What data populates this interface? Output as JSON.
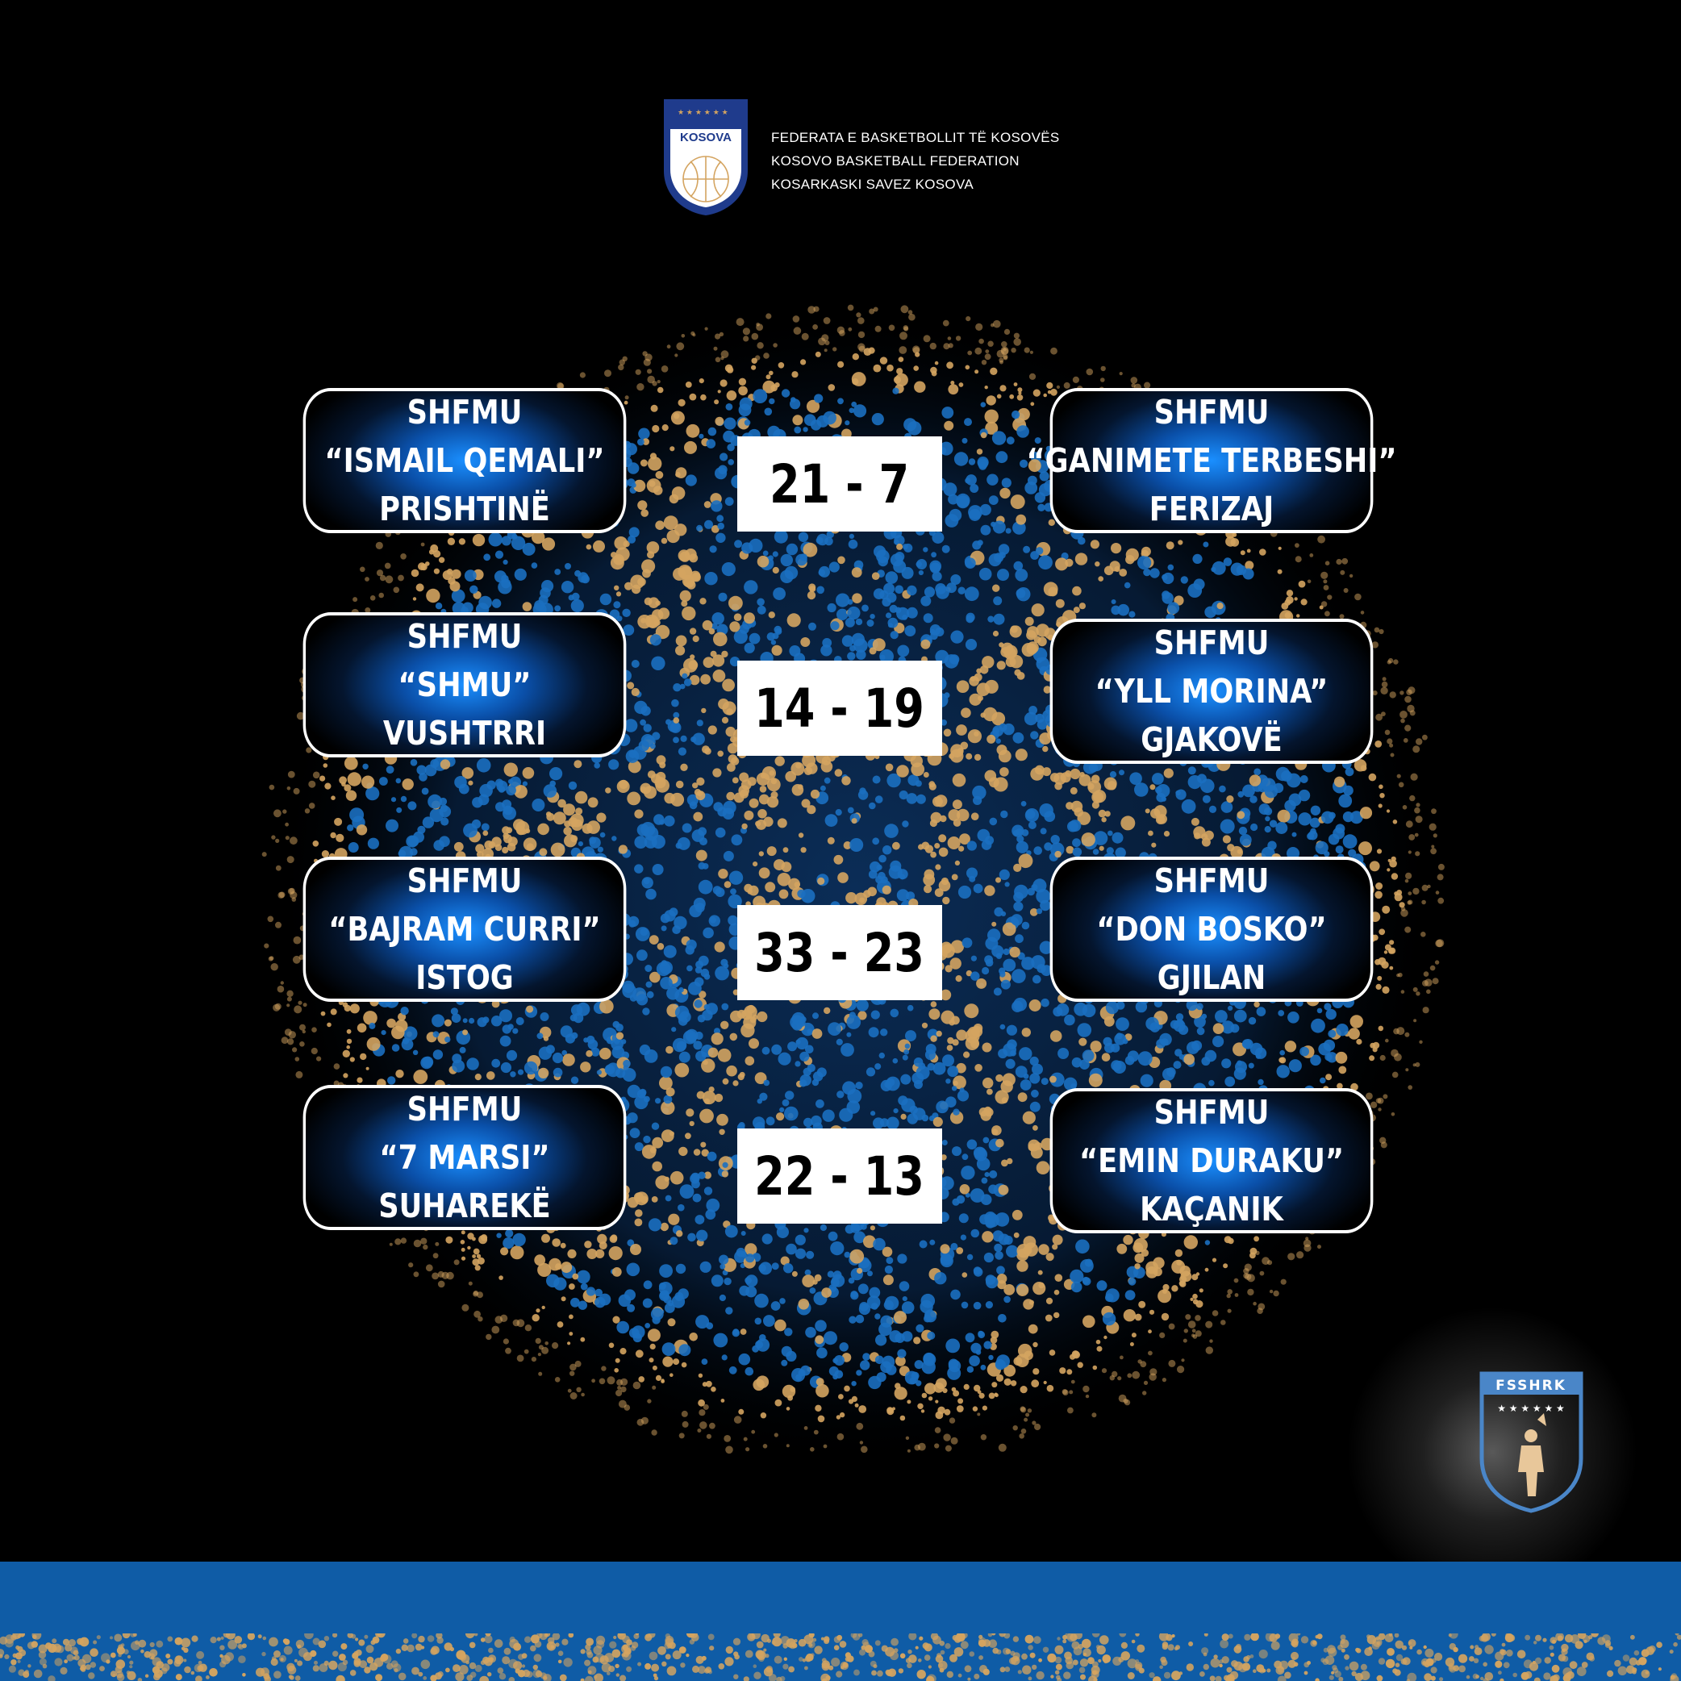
{
  "federation": {
    "shield_text": "KOSOVA",
    "lines": [
      "FEDERATA E BASKETBOLLIT TË KOSOVËS",
      "KOSOVO BASKETBALL FEDERATION",
      "KOSARKASKI SAVEZ KOSOVA"
    ]
  },
  "matches": [
    {
      "home": {
        "line1": "SHFMU",
        "line2": "“ISMAIL QEMALI”",
        "line3": "PRISHTINË"
      },
      "score": "21 - 7",
      "away": {
        "line1": "SHFMU",
        "line2": "“GANIMETE TERBESHI”",
        "line3": "FERIZAJ"
      }
    },
    {
      "home": {
        "line1": "SHFMU",
        "line2": "“SHMU”",
        "line3": "VUSHTRRI"
      },
      "score": "14 - 19",
      "away": {
        "line1": "SHFMU",
        "line2": "“YLL MORINA”",
        "line3": "GJAKOVË"
      }
    },
    {
      "home": {
        "line1": "SHFMU",
        "line2": "“BAJRAM CURRI”",
        "line3": "ISTOG"
      },
      "score": "33 - 23",
      "away": {
        "line1": "SHFMU",
        "line2": "“DON BOSKO”",
        "line3": "GJILAN"
      }
    },
    {
      "home": {
        "line1": "SHFMU",
        "line2": "“7 MARSI”",
        "line3": "SUHAREKË"
      },
      "score": "22 - 13",
      "away": {
        "line1": "SHFMU",
        "line2": "“EMIN DURAKU”",
        "line3": "KAÇANIK"
      }
    }
  ],
  "fsshrk": {
    "name": "FSSHRK"
  },
  "colors": {
    "background": "#000000",
    "blue": "#1b6fc0",
    "gold": "#d4a460",
    "band": "#0f5ca6"
  }
}
